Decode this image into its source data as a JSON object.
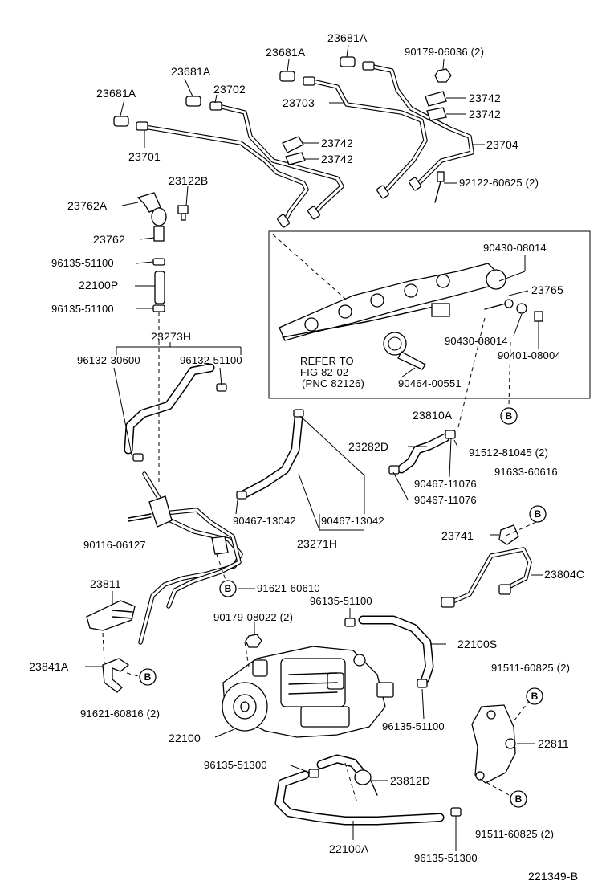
{
  "diagram_id": "221349-B",
  "callout_letter": "B",
  "refer_box": {
    "line1": "REFER TO",
    "line2": "FIG 82-02",
    "line3": "(PNC 82126)"
  },
  "labels": {
    "p23681A_1": "23681A",
    "p23681A_2": "23681A",
    "p23681A_3": "23681A",
    "p23681A_4": "23681A",
    "p90179_06036": "90179-06036 (2)",
    "p23702": "23702",
    "p23703": "23703",
    "p23742_1": "23742",
    "p23742_2": "23742",
    "p23742_3": "23742",
    "p23742_4": "23742",
    "p23704": "23704",
    "p23701": "23701",
    "p23122B": "23122B",
    "p23762A": "23762A",
    "p23762": "23762",
    "p92122_60625": "92122-60625 (2)",
    "p96135_51100_1": "96135-51100",
    "p22100P": "22100P",
    "p96135_51100_2": "96135-51100",
    "p90430_08014_1": "90430-08014",
    "p23765": "23765",
    "p90430_08014_2": "90430-08014",
    "p90401_08004": "90401-08004",
    "p90464_00551": "90464-00551",
    "p23273H": "23273H",
    "p96132_30600": "96132-30600",
    "p96132_51100": "96132-51100",
    "p23810A": "23810A",
    "p23282D": "23282D",
    "p91512_81045": "91512-81045 (2)",
    "p91633_60616": "91633-60616",
    "p90467_11076_1": "90467-11076",
    "p90467_11076_2": "90467-11076",
    "p90467_13042_1": "90467-13042",
    "p90467_13042_2": "90467-13042",
    "p23741": "23741",
    "p90116_06127": "90116-06127",
    "p23271H": "23271H",
    "p23804C": "23804C",
    "p23811": "23811",
    "p91621_60610": "91621-60610",
    "p96135_51100_3": "96135-51100",
    "p90179_08022": "90179-08022 (2)",
    "p22100S": "22100S",
    "p23841A": "23841A",
    "p91511_60825_1": "91511-60825 (2)",
    "p96135_51100_4": "96135-51100",
    "p91621_60816": "91621-60816 (2)",
    "p22100": "22100",
    "p22811": "22811",
    "p96135_51300_1": "96135-51300",
    "p23812D": "23812D",
    "p91511_60825_2": "91511-60825 (2)",
    "p22100A": "22100A",
    "p96135_51300_2": "96135-51300"
  }
}
